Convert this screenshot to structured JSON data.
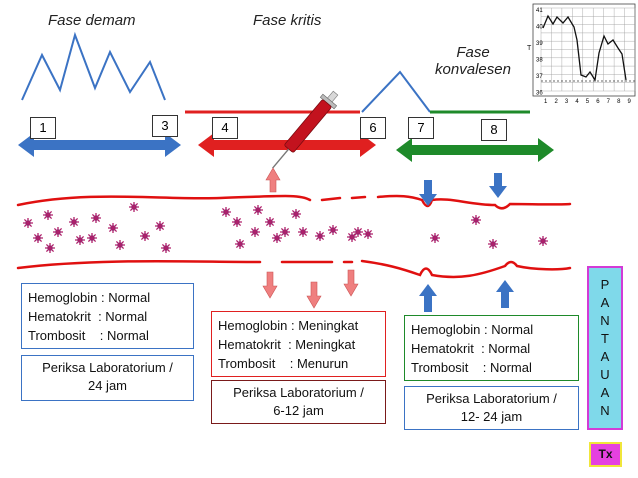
{
  "phases": {
    "demam": "Fase demam",
    "kritis": "Fase kritis",
    "konvalesen_line1": "Fase",
    "konvalesen_line2": "konvalesen"
  },
  "day_markers": [
    "1",
    "3",
    "4",
    "6",
    "7",
    "8"
  ],
  "temp_chart": {
    "y_ticks": [
      "41",
      "40",
      "39",
      "38",
      "37",
      "36"
    ],
    "x_ticks": [
      "1",
      "2",
      "3",
      "4",
      "5",
      "6",
      "7",
      "8",
      "9"
    ],
    "axis_mark": "T"
  },
  "boxes": {
    "demam": {
      "rows": [
        "Hemoglobin : Normal",
        "Hematokrit  : Normal",
        "Trombosit    : Normal"
      ],
      "lab_line1": "Periksa Laboratorium /",
      "lab_line2": "24 jam"
    },
    "kritis": {
      "rows": [
        "Hemoglobin : Meningkat",
        "Hematokrit  : Meningkat",
        "Trombosit    : Menurun"
      ],
      "lab_line1": "Periksa Laboratorium /",
      "lab_line2": "6-12  jam"
    },
    "konvalesen": {
      "rows": [
        "Hemoglobin : Normal",
        "Hematokrit  : Normal",
        "Trombosit    : Normal"
      ],
      "lab_line1": "Periksa Laboratorium /",
      "lab_line2": "12- 24 jam"
    }
  },
  "pantauan": [
    "P",
    "A",
    "N",
    "T",
    "A",
    "U",
    "A",
    "N"
  ],
  "tx": "Tx",
  "colors": {
    "blue": "#3b73c4",
    "red": "#e02020",
    "green": "#1e8a2a",
    "vessel": "#e01010",
    "dark_red_border": "#7a1a1a",
    "pantauan_bg": "#7fd9ea",
    "pantauan_border": "#d23bd6",
    "tx_bg": "#e541e0"
  }
}
